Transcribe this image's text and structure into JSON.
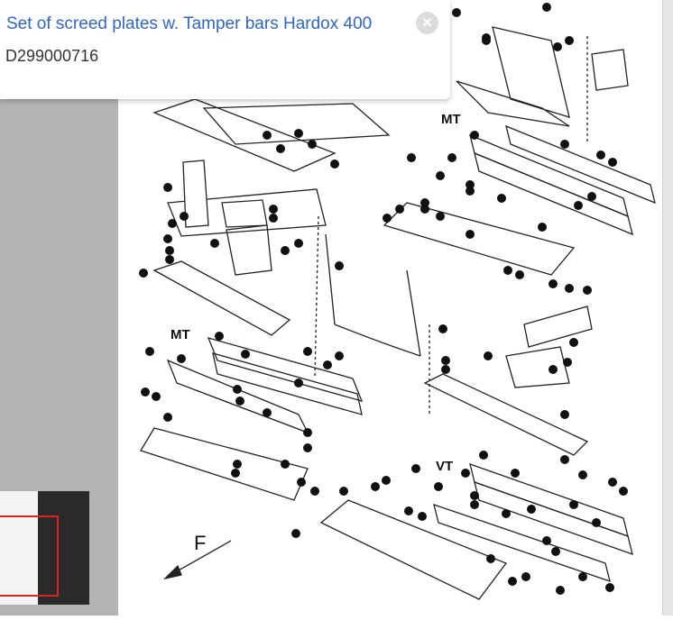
{
  "popup": {
    "title": "Set of screed plates w. Tamper bars Hardox 400",
    "part_number": "D299000716",
    "close_icon": "close-icon"
  },
  "drawing": {
    "labels": {
      "mt_upper": "MT",
      "mt_left": "MT",
      "vt": "VT",
      "direction": "F"
    }
  },
  "minimap": {
    "frame_color": "#d22222"
  }
}
